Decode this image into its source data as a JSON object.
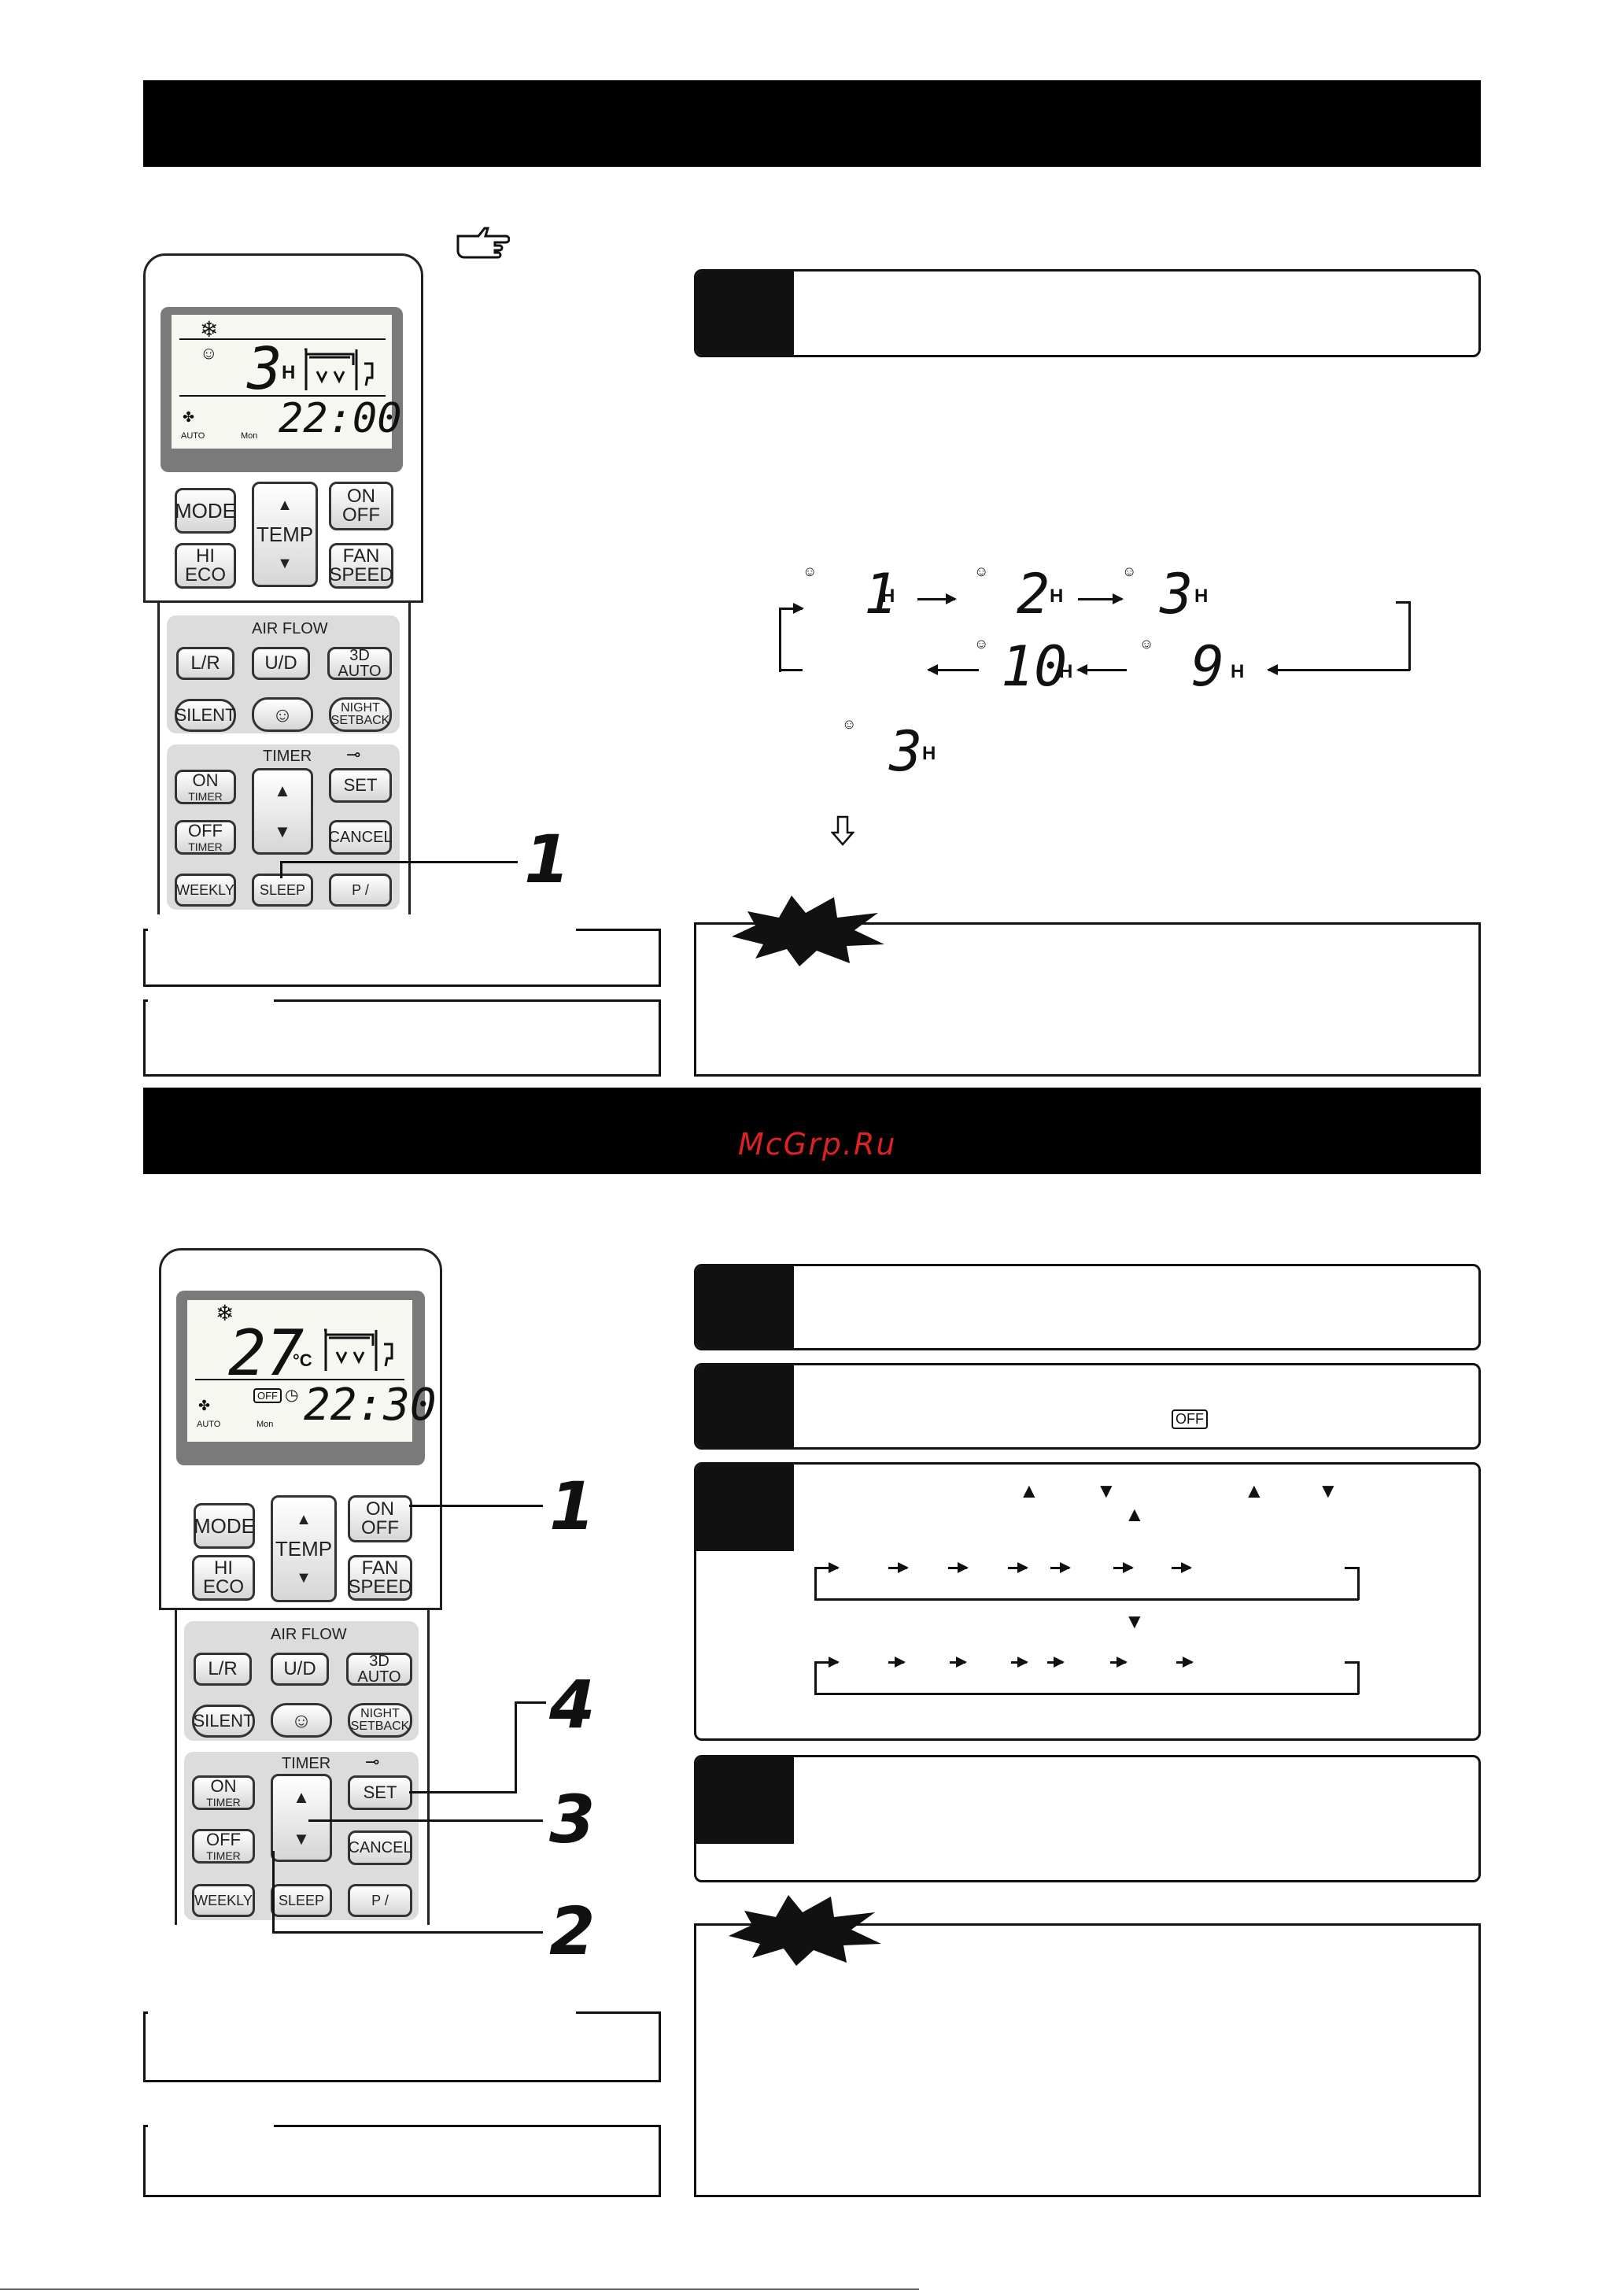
{
  "watermark": "McGrp.Ru",
  "remote1": {
    "lcd": {
      "big": "3",
      "big_unit": "H",
      "clock": "22:00",
      "fan": "AUTO",
      "day": "Mon"
    },
    "buttons": {
      "mode": "MODE",
      "temp": "TEMP",
      "on_off_1": "ON",
      "on_off_2": "OFF",
      "hi_eco_1": "HI",
      "hi_eco_2": "ECO",
      "fan_speed_1": "FAN",
      "fan_speed_2": "SPEED",
      "air_flow": "AIR FLOW",
      "lr": "L/R",
      "ud": "U/D",
      "auto3d": "3D AUTO",
      "silent": "SILENT",
      "night_1": "NIGHT",
      "night_2": "SETBACK",
      "timer": "TIMER",
      "on_timer_1": "ON",
      "on_timer_2": "TIMER",
      "off_timer_1": "OFF",
      "off_timer_2": "TIMER",
      "set": "SET",
      "cancel": "CANCEL",
      "weekly": "WEEKLY",
      "sleep": "SLEEP",
      "p": "P / ",
      "up": "▲",
      "down": "▼"
    },
    "callout": "1"
  },
  "sleep_cycle": {
    "top": [
      "1",
      "2",
      "3"
    ],
    "bottom": [
      "10",
      "9"
    ],
    "unit": "H",
    "result": "3"
  },
  "remote2": {
    "lcd": {
      "big": "27",
      "big_unit": "°C",
      "clock": "22:30",
      "off_badge": "OFF",
      "fan": "AUTO",
      "day": "Mon"
    },
    "callouts": [
      "1",
      "4",
      "3",
      "2"
    ]
  },
  "step2_badge": "OFF",
  "step3_arrows": {
    "up": "▲",
    "down": "▼"
  }
}
